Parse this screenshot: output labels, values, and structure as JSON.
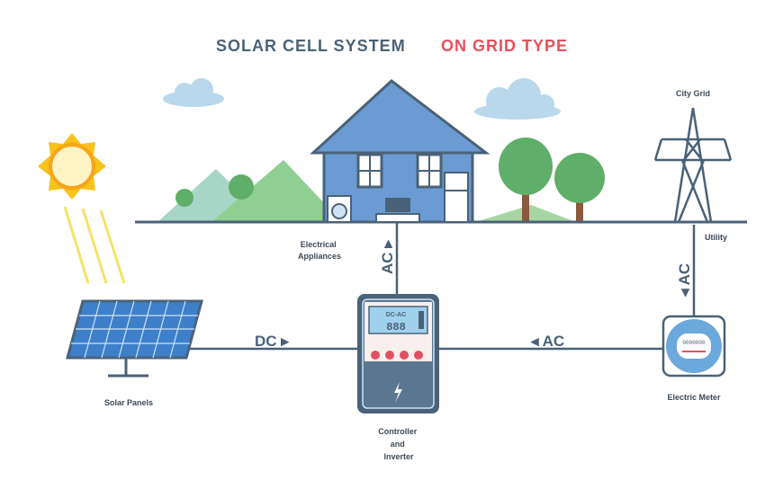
{
  "title": {
    "part1": "SOLAR CELL SYSTEM",
    "part2": "ON GRID TYPE"
  },
  "labels": {
    "appliances_line1": "Electrical",
    "appliances_line2": "Appliances",
    "city_grid": "City Grid",
    "utility": "Utility",
    "solar_panels": "Solar Panels",
    "electric_meter": "Electric Meter",
    "controller_line1": "Controller",
    "controller_line2": "and",
    "controller_line3": "Inverter"
  },
  "flows": {
    "dc": "DC ▸",
    "ac_left": "◂ AC",
    "ac_house": "AC ▸",
    "ac_utility": "◂ AC"
  },
  "inverter_display": {
    "mode": "DC-AC",
    "digits": "888"
  },
  "meter_display": "0000000",
  "colors": {
    "title": "#4a6278",
    "accent": "#e8505b",
    "line": "#4a6278",
    "house": "#6b9bd2",
    "sun": "#f7c21a"
  }
}
